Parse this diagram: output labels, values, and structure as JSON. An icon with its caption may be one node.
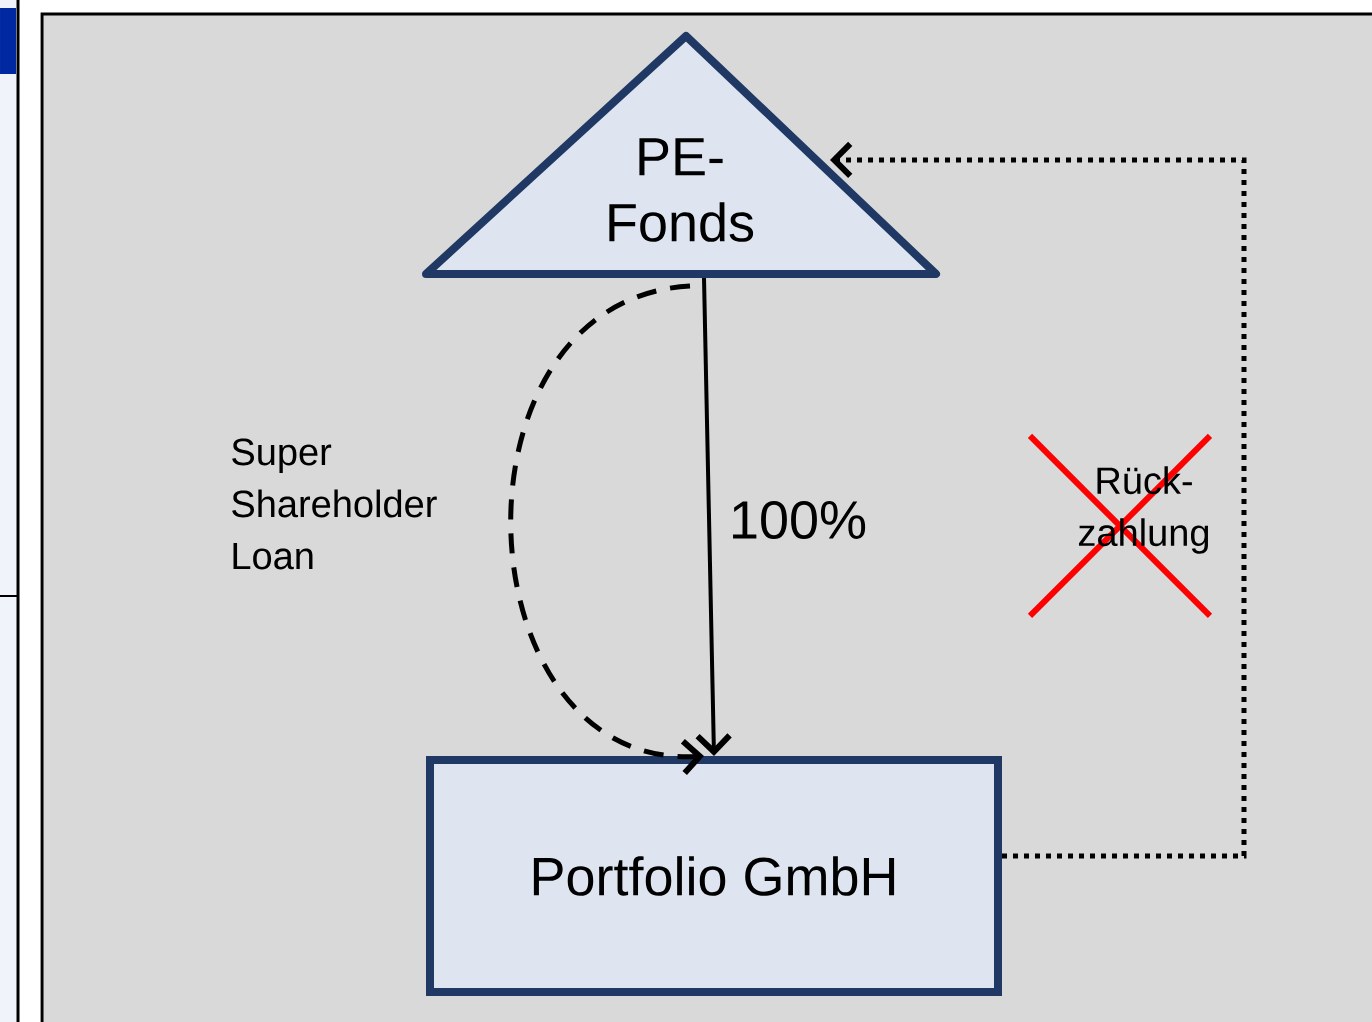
{
  "diagram": {
    "nodes": [
      {
        "text": [
          "PE- Fonds"
        ]
      },
      {
        "text": [
          "Portfolio GmbH"
        ]
      }
    ],
    "edges": [
      {
        "from": 0,
        "to": 1,
        "arrow": "to",
        "label": "100%"
      },
      {
        "from": 0,
        "to": 1,
        "arrow": "to",
        "style": "dashed",
        "label": "Super Shareholder Loan"
      },
      {
        "from": 1,
        "to": 0,
        "arrow": "to",
        "style": "dashed",
        "label": "Rück- zahlung"
      }
    ]
  }
}
